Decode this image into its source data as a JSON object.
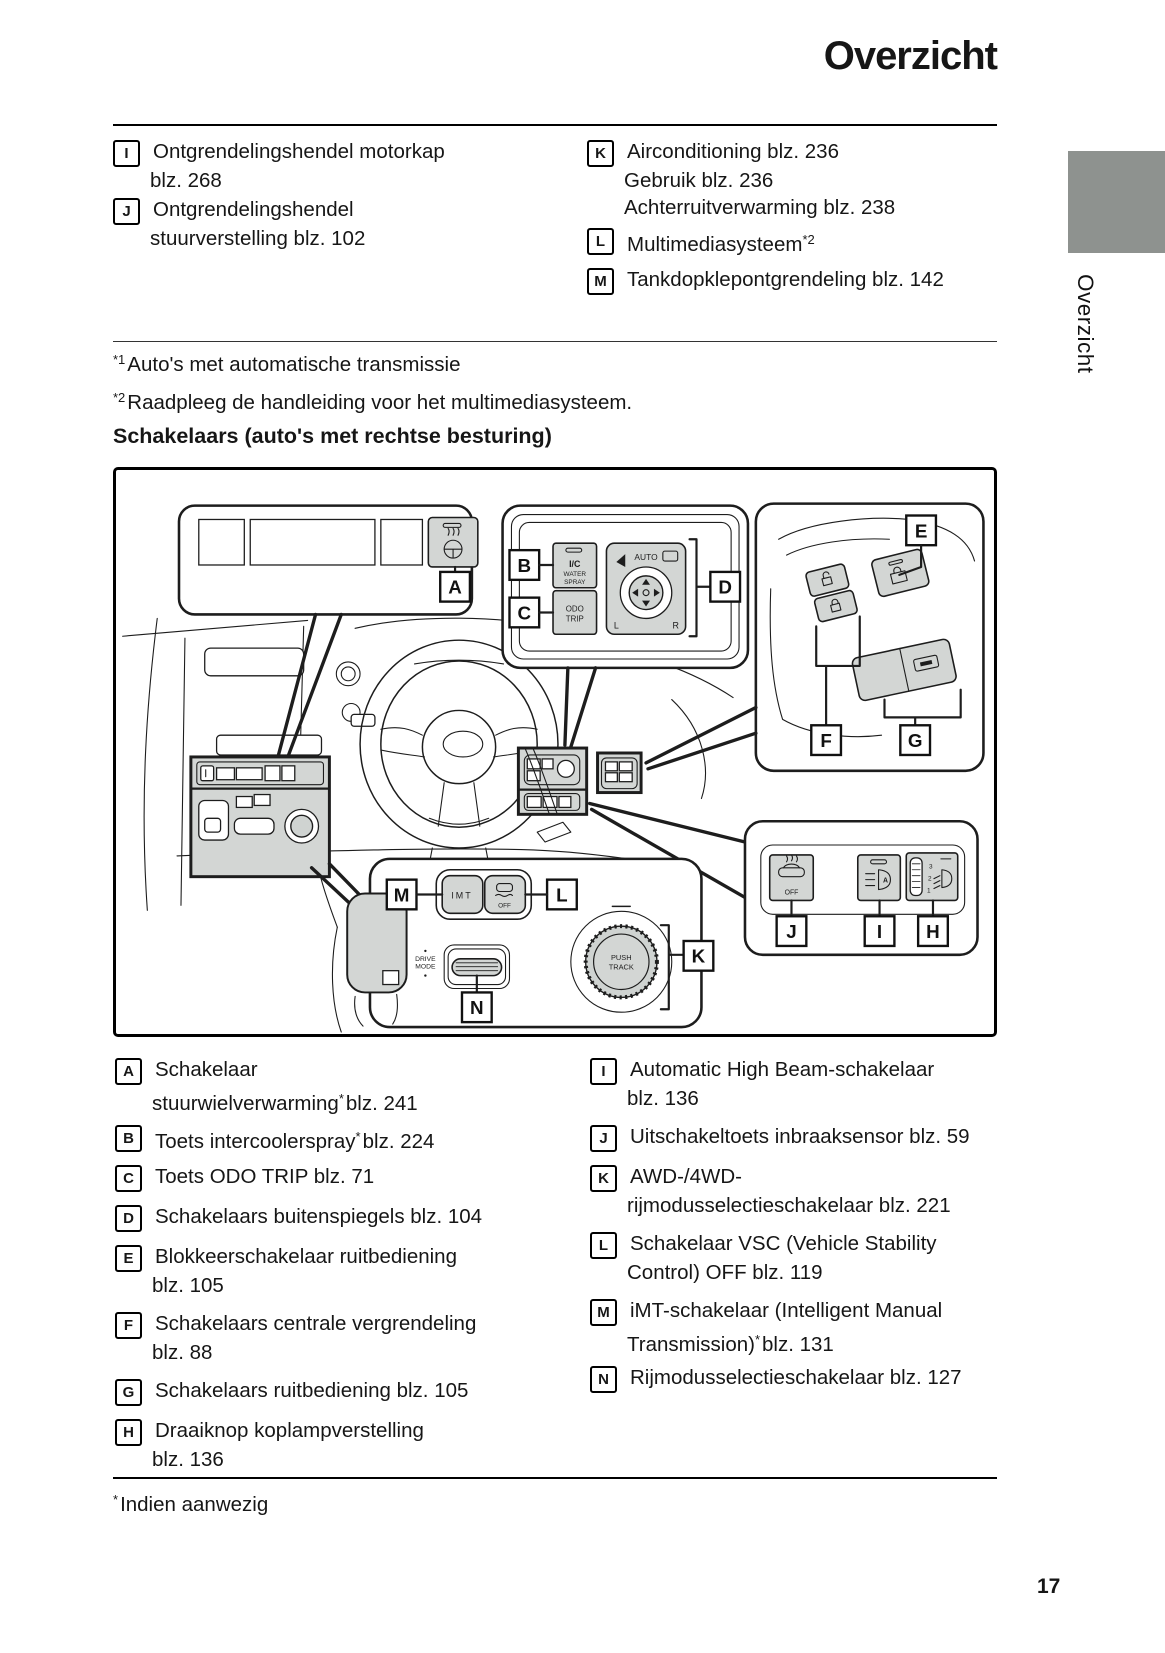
{
  "page": {
    "title": "Overzicht",
    "number": "17"
  },
  "side_tab": {
    "label": "Overzicht"
  },
  "top_list": {
    "items_left": [
      {
        "key": "I",
        "l1": "Ontgrendelingshendel motorkap",
        "l2": "blz. 268"
      },
      {
        "key": "J",
        "l1": "Ontgrendelingshendel",
        "l2": "stuurverstelling blz. 102"
      }
    ],
    "items_right": [
      {
        "key": "K",
        "l1": "Airconditioning blz. 236",
        "l2": "Gebruik blz. 236",
        "l3": "Achterruitverwarming blz. 238"
      },
      {
        "key": "L",
        "l1": "Multimediasysteem",
        "l1sup": "*2"
      },
      {
        "key": "M",
        "l1": "Tankdopklepontgrendeling blz. 142"
      }
    ]
  },
  "footnotes": {
    "fn1_marker": "*1",
    "fn1_text": "Auto's met automatische transmissie",
    "fn2_marker": "*2",
    "fn2_text": "Raadpleeg de handleiding voor het multimediasysteem."
  },
  "section_heading": "Schakelaars (auto's met rechtse besturing)",
  "diagram": {
    "labels": {
      "a": "A",
      "b": "B",
      "c": "C",
      "d": "D",
      "e": "E",
      "f": "F",
      "g": "G",
      "h": "H",
      "i": "I",
      "j": "J",
      "k": "K",
      "l": "L",
      "m": "M",
      "n": "N"
    },
    "texts": {
      "ic": "I/C",
      "water": "WATER",
      "spray": "SPRAY",
      "odo": "ODO",
      "trip": "TRIP",
      "auto": "AUTO",
      "mirror_l": "L",
      "mirror_r": "R",
      "imt": "IMT",
      "vsc_off": "OFF",
      "push": "PUSH",
      "track": "TRACK",
      "drive": "DRIVE",
      "mode": "MODE",
      "sensor_off": "OFF",
      "hl_a": "A",
      "lvl3": "3",
      "lvl2": "2",
      "lvl1": "1"
    }
  },
  "legend": {
    "left": [
      {
        "key": "A",
        "l1": "Schakelaar",
        "l2a": "stuurwielverwarming",
        "l2sup": "*",
        "l2b": "blz. 241"
      },
      {
        "key": "B",
        "l1a": "Toets intercoolerspray",
        "l1sup": "*",
        "l1b": "blz. 224"
      },
      {
        "key": "C",
        "l1": "Toets ODO TRIP blz. 71"
      },
      {
        "key": "D",
        "l1": "Schakelaars buitenspiegels blz. 104"
      },
      {
        "key": "E",
        "l1": "Blokkeerschakelaar ruitbediening",
        "l2": "blz. 105"
      },
      {
        "key": "F",
        "l1": "Schakelaars centrale vergrendeling",
        "l2": "blz. 88"
      },
      {
        "key": "G",
        "l1": "Schakelaars ruitbediening blz. 105"
      },
      {
        "key": "H",
        "l1": "Draaiknop koplampverstelling",
        "l2": "blz. 136"
      }
    ],
    "right": [
      {
        "key": "I",
        "l1": "Automatic High Beam-schakelaar",
        "l2": "blz. 136"
      },
      {
        "key": "J",
        "l1": "Uitschakeltoets inbraaksensor blz. 59"
      },
      {
        "key": "K",
        "l1": "AWD-/4WD-",
        "l2": "rijmodusselectieschakelaar blz. 221"
      },
      {
        "key": "L",
        "l1": "Schakelaar VSC (Vehicle Stability",
        "l2": "Control) OFF blz. 119"
      },
      {
        "key": "M",
        "l1": "iMT-schakelaar (Intelligent Manual",
        "l2a": "Transmission)",
        "l2sup": "*",
        "l2b": "blz. 131"
      },
      {
        "key": "N",
        "l1": "Rijmodusselectieschakelaar blz. 127"
      }
    ]
  },
  "bottom_footnote": {
    "marker": "*",
    "text": "Indien aanwezig"
  }
}
